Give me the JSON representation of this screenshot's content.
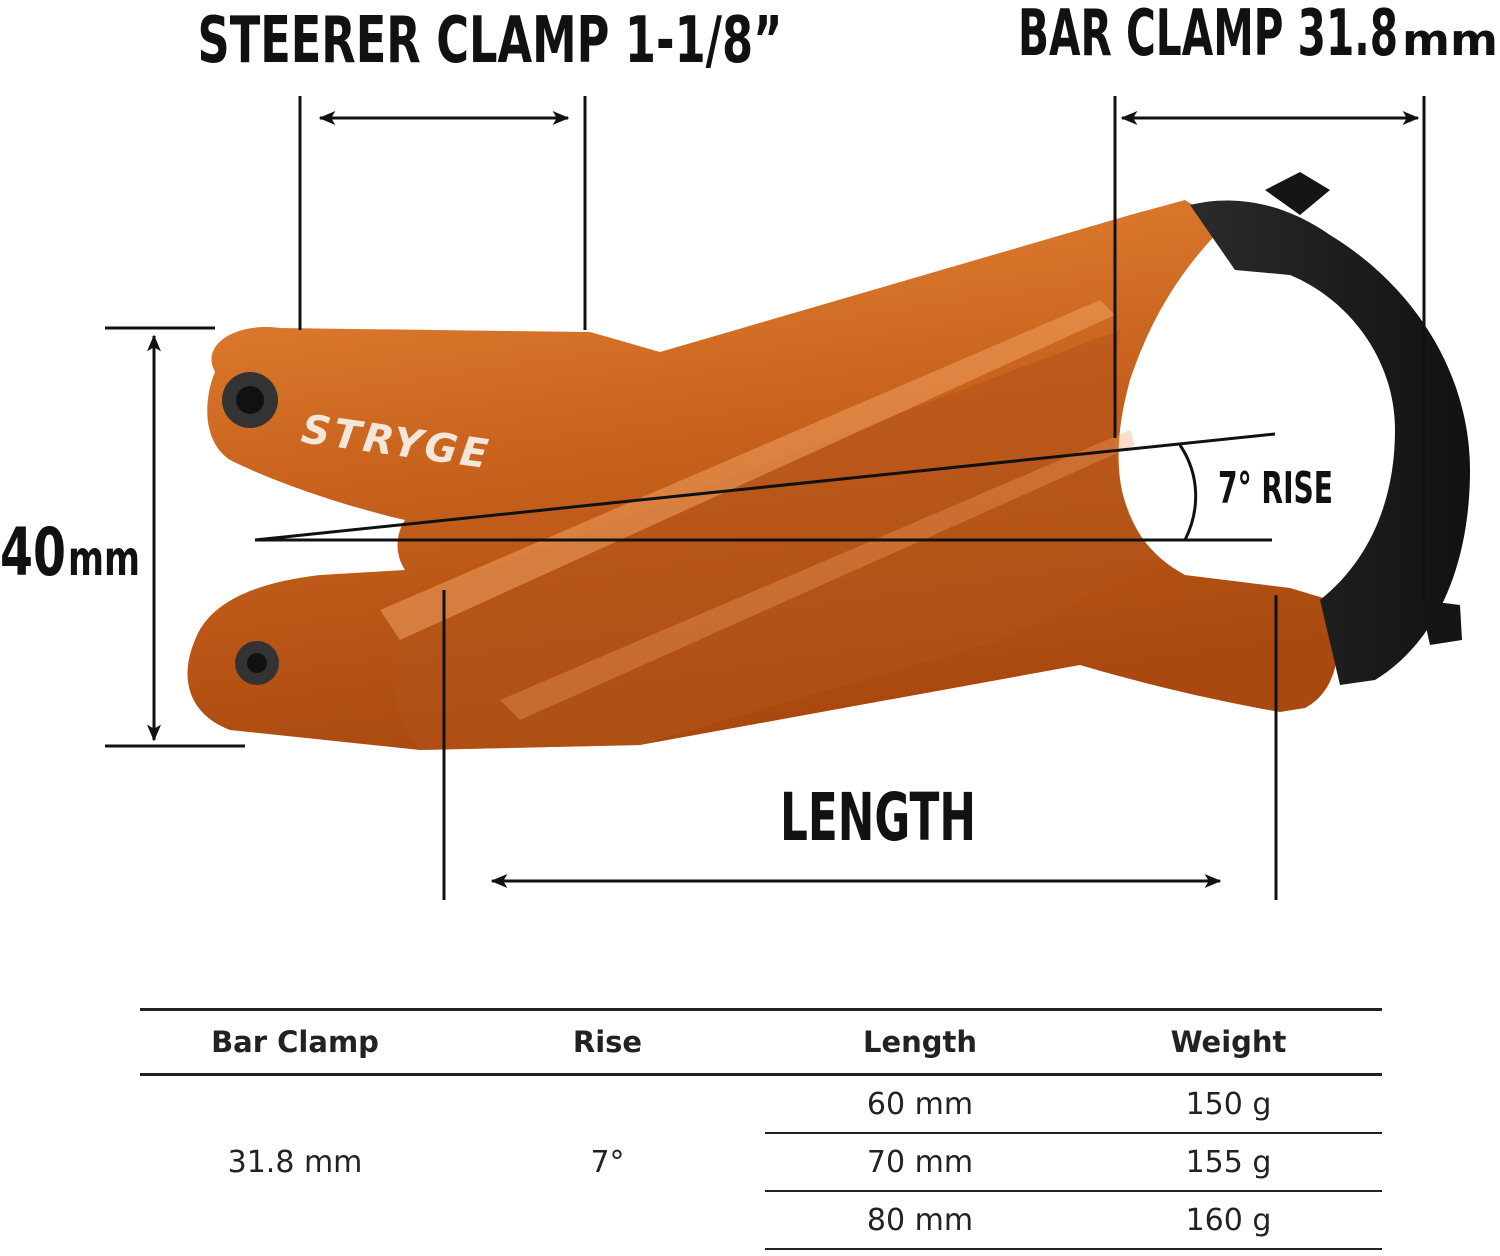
{
  "brand": "STRYGE",
  "colors": {
    "stem_body": "#c8621d",
    "stem_highlight": "#e98a3c",
    "stem_shadow": "#8e3f0f",
    "faceplate": "#1c1c1c",
    "bolt": "#2a2a2a",
    "line": "#111111"
  },
  "labels": {
    "steerer_clamp": "STEERER CLAMP 1-1/8”",
    "bar_clamp_main": "BAR CLAMP 31.8",
    "bar_clamp_unit": "mm",
    "stack_value": "40",
    "stack_unit": "mm",
    "rise": "7° RISE",
    "length": "LENGTH"
  },
  "table": {
    "headers": [
      "Bar Clamp",
      "Rise",
      "Length",
      "Weight"
    ],
    "bar_clamp": "31.8 mm",
    "rise": "7°",
    "rows": [
      {
        "length": "60 mm",
        "weight": "150 g"
      },
      {
        "length": "70 mm",
        "weight": "155 g"
      },
      {
        "length": "80 mm",
        "weight": "160 g"
      }
    ]
  }
}
